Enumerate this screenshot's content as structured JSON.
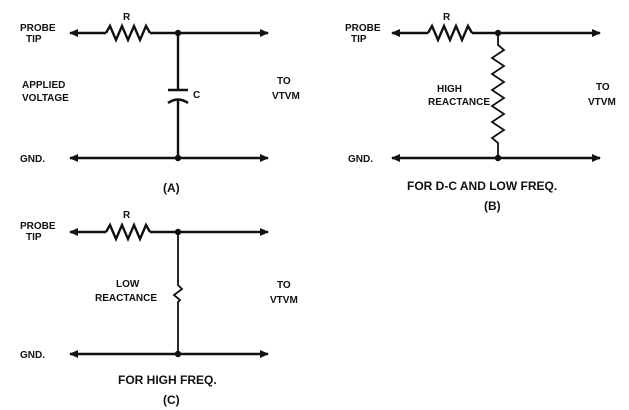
{
  "panel_a": {
    "probe": "PROBE",
    "tip": "TIP",
    "resistor": "R",
    "applied": "APPLIED",
    "voltage": "VOLTAGE",
    "capacitor": "C",
    "to": "TO",
    "vtvm": "VTVM",
    "gnd": "GND.",
    "caption": "(A)"
  },
  "panel_b": {
    "probe": "PROBE",
    "tip": "TIP",
    "resistor": "R",
    "high": "HIGH",
    "reactance": "REACTANCE",
    "to": "TO",
    "vtvm": "VTVM",
    "gnd": "GND.",
    "note": "FOR D-C AND LOW FREQ.",
    "caption": "(B)"
  },
  "panel_c": {
    "probe": "PROBE",
    "tip": "TIP",
    "resistor": "R",
    "low": "LOW",
    "reactance": "REACTANCE",
    "to": "TO",
    "vtvm": "VTVM",
    "gnd": "GND.",
    "note": "FOR HIGH FREQ.",
    "caption": "(C)"
  }
}
